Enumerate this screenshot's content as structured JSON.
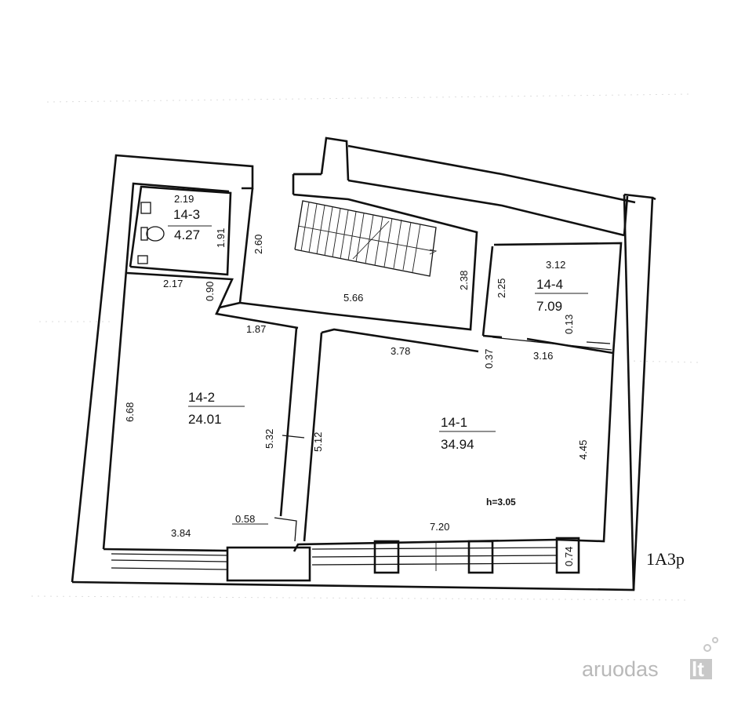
{
  "plan": {
    "code": "1A3p",
    "height_note": "h=3.05",
    "rooms": [
      {
        "id": "14-1",
        "area": "34.94"
      },
      {
        "id": "14-2",
        "area": "24.01"
      },
      {
        "id": "14-3",
        "area": "4.27"
      },
      {
        "id": "14-4",
        "area": "7.09"
      }
    ],
    "dimensions": {
      "d_219": "2.19",
      "d_191": "1.91",
      "d_217": "2.17",
      "d_090": "0.90",
      "d_260": "2.60",
      "d_566": "5.66",
      "d_238": "2.38",
      "d_312": "3.12",
      "d_225": "2.25",
      "d_013": "0.13",
      "d_316": "3.16",
      "d_187": "1.87",
      "d_378": "3.78",
      "d_037": "0.37",
      "d_668": "6.68",
      "d_532": "5.32",
      "d_512": "5.12",
      "d_445": "4.45",
      "d_058": "0.58",
      "d_384": "3.84",
      "d_720": "7.20",
      "d_074": "0.74"
    }
  },
  "watermark": {
    "text": "aruodas",
    "suffix": "lt",
    "accent_color": "#c8c8c8"
  }
}
